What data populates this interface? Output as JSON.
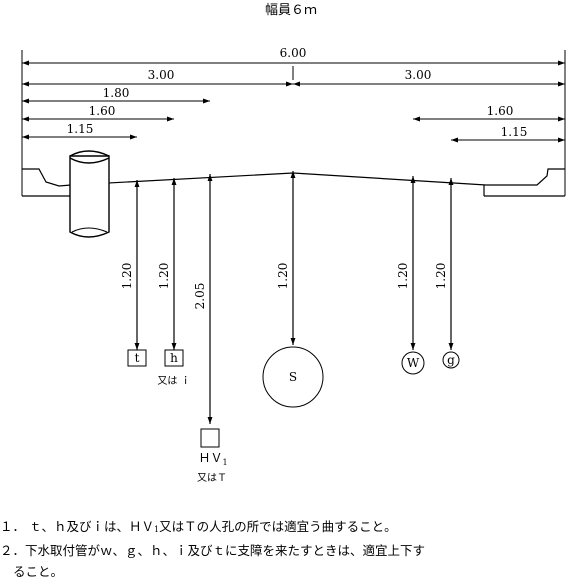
{
  "title": "幅員６ｍ",
  "dimensions": {
    "total": "6.00",
    "half_left": "3.00",
    "half_right": "3.00",
    "left_180": "1.80",
    "left_160": "1.60",
    "left_115": "1.15",
    "right_160": "1.60",
    "right_115": "1.15"
  },
  "depths": {
    "t": "1.20",
    "h": "1.20",
    "hv": "2.05",
    "s": "1.20",
    "w": "1.20",
    "g": "1.20"
  },
  "symbols": {
    "t": "t",
    "h": "h",
    "h_alt": "又は ｉ",
    "hv_main": "ＨＶ",
    "hv_sub": "1",
    "hv_alt": "又はＴ",
    "s": "S",
    "w": "W",
    "g": "g"
  },
  "notes": {
    "note1_pre": "１． ｔ、ｈ及びｉは、ＨＶ",
    "note1_sub": "1",
    "note1_post": "又はＴの人孔の所では適宜う曲すること。",
    "note2_line1": "２．下水取付管がｗ、ｇ、ｈ、ｉ及びｔに支障を来たすときは、適宜上下す",
    "note2_line2": "ること。"
  }
}
